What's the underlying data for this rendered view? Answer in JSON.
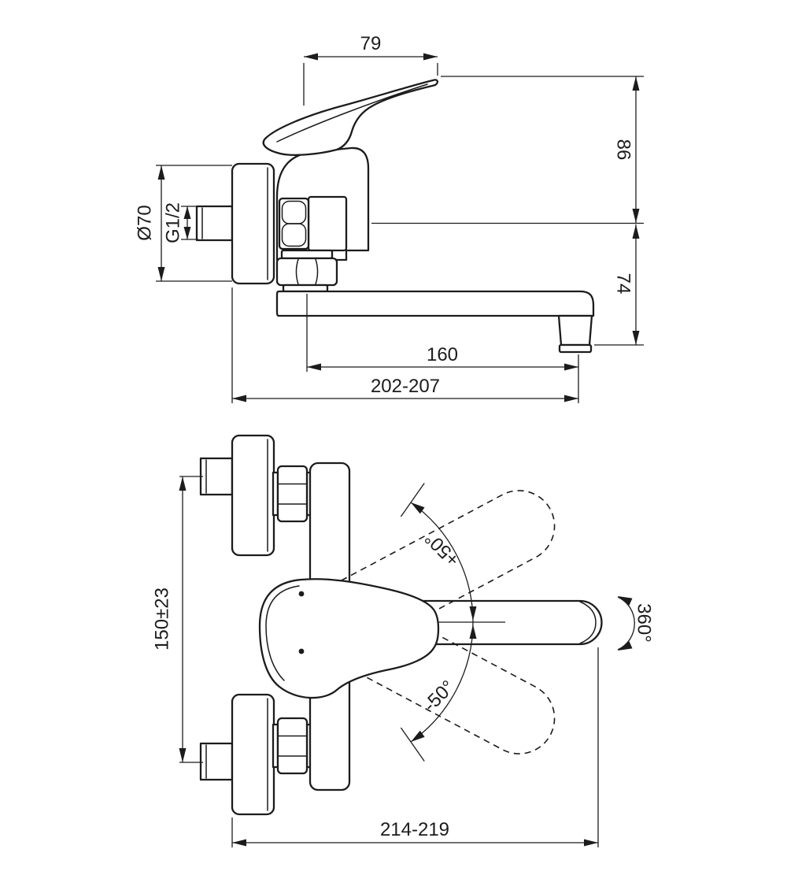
{
  "colors": {
    "background": "#ffffff",
    "line": "#1c1c1c"
  },
  "side_view": {
    "dims": {
      "handle_reach": "79",
      "top_to_axis": "86",
      "axis_to_outlet": "74",
      "rosette_diameter": "Ø70",
      "thread": "G1/2",
      "spout_reach": "160",
      "total_reach": "202-207"
    }
  },
  "front_view": {
    "dims": {
      "pipe_centres": "150±23",
      "swing_up": "+50°",
      "swing_down": "-50°",
      "spout_swivel": "360°",
      "overall_width": "214-219"
    }
  }
}
